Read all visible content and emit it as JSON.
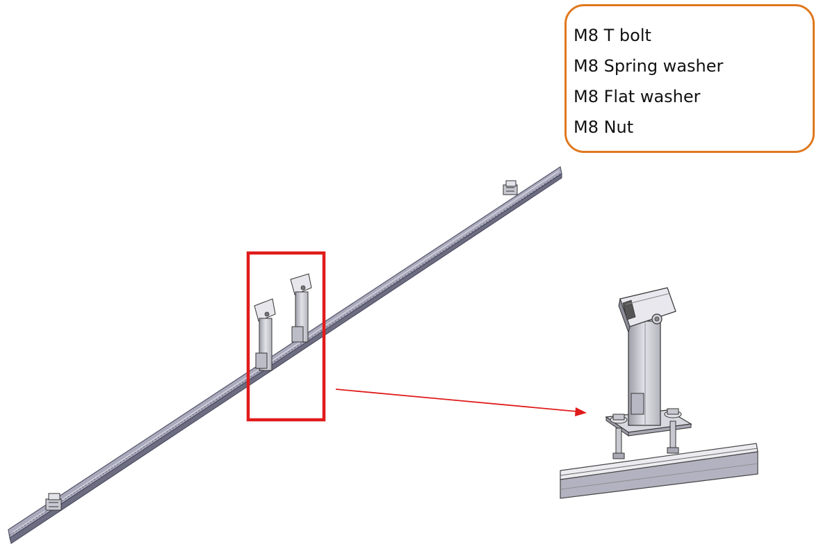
{
  "parts_list": {
    "items": [
      "M8 T bolt",
      "M8 Spring washer",
      "M8 Flat washer",
      "M8 Nut"
    ]
  },
  "colors": {
    "callout_border": "#e0781e",
    "highlight": "#e01b1b",
    "rail": "#9a9aae",
    "rail_dark": "#55556a",
    "metal": "#c4c4cc"
  }
}
